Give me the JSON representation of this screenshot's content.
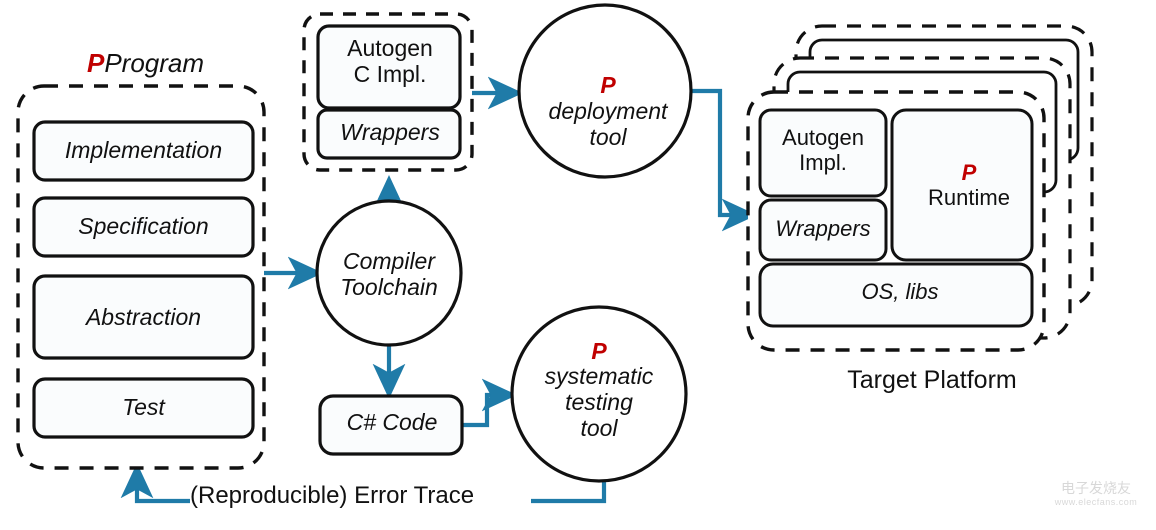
{
  "diagram": {
    "title_marker": "P",
    "title_text": " Program",
    "program_panel": {
      "boxes": [
        {
          "label": "Implementation"
        },
        {
          "label": "Specification"
        },
        {
          "label": "Abstraction"
        },
        {
          "label": "Test"
        }
      ]
    },
    "autogen_group": {
      "top_box": "Autogen\nC Impl.",
      "bottom_box": "Wrappers"
    },
    "compiler_circle": {
      "label": "Compiler\nToolchain"
    },
    "deployment_circle": {
      "marker": "P",
      "label": "deployment\ntool"
    },
    "systematic_testing_circle": {
      "marker": "P",
      "label": "systematic\ntesting\ntool"
    },
    "csharp_box": {
      "label": "C# Code"
    },
    "error_trace": {
      "label": "(Reproducible) Error Trace"
    },
    "target_platform": {
      "caption": "Target Platform",
      "stack_count": 3,
      "autogen_impl": "Autogen\nImpl.",
      "wrappers": "Wrappers",
      "runtime_marker": "P",
      "runtime": "Runtime",
      "os_libs": "OS, libs"
    },
    "watermark": {
      "cn": "电子发烧友",
      "url": "www.elecfans.com"
    },
    "colors": {
      "arrow": "#1F7BA8",
      "stroke": "#111111",
      "marker_red": "#C00000",
      "box_fill": "#FAFCFD",
      "background": "#FFFFFF"
    }
  }
}
